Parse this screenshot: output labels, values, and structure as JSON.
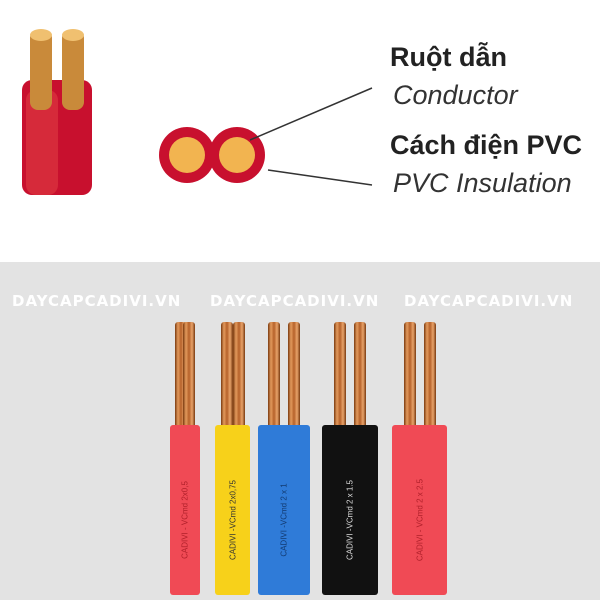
{
  "labels": {
    "conductor_vi": "Ruột dẫn",
    "conductor_en": "Conductor",
    "insulation_vi": "Cách điện PVC",
    "insulation_en": "PVC Insulation"
  },
  "watermark": [
    "DAYCAPCADIVI.VN",
    "DAYCAPCADIVI.VN",
    "DAYCAPCADIVI.VN"
  ],
  "cables": [
    {
      "color": "#f04a55",
      "text": "CADIVI - VCmd 2x0,5",
      "text_color": "#b0202a"
    },
    {
      "color": "#f7d11a",
      "text": "CADIVI -VCmd 2x0,75",
      "text_color": "#333"
    },
    {
      "color": "#2f7bd8",
      "text": "CADIVI -VCmd 2 x 1",
      "text_color": "#123a70"
    },
    {
      "color": "#111111",
      "text": "CADIVI -VCmd 2 x 1.5",
      "text_color": "#ddd"
    },
    {
      "color": "#f04a55",
      "text": "CADIVI - VCmd 2 x 2.5",
      "text_color": "#b0202a"
    }
  ]
}
